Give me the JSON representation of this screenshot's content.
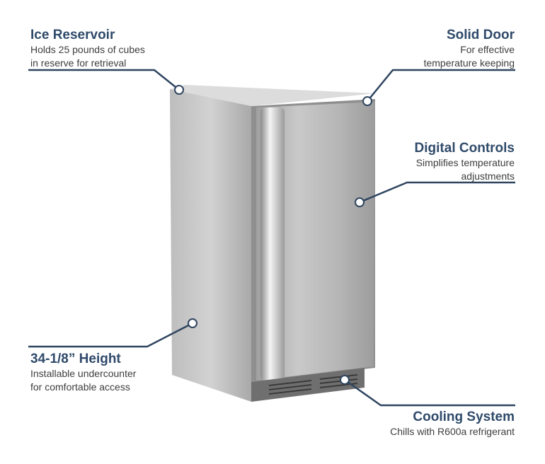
{
  "callouts": [
    {
      "title": "Ice Reservoir",
      "lines": [
        "Holds 25 pounds of cubes",
        "in reserve for retrieval"
      ]
    },
    {
      "title": "Solid Door",
      "lines": [
        "For effective",
        "temperature keeping"
      ]
    },
    {
      "title": "Digital Controls",
      "lines": [
        "Simplifies temperature",
        "adjustments"
      ]
    },
    {
      "title": "34-1/8” Height",
      "lines": [
        "Installable undercounter",
        "for comfortable access"
      ]
    },
    {
      "title": "Cooling System",
      "lines": [
        "Chills with R600a refrigerant"
      ]
    }
  ],
  "colors": {
    "title": "#2f4a6a",
    "leader_line": "#2f4560",
    "text": "#3d3d3d"
  }
}
